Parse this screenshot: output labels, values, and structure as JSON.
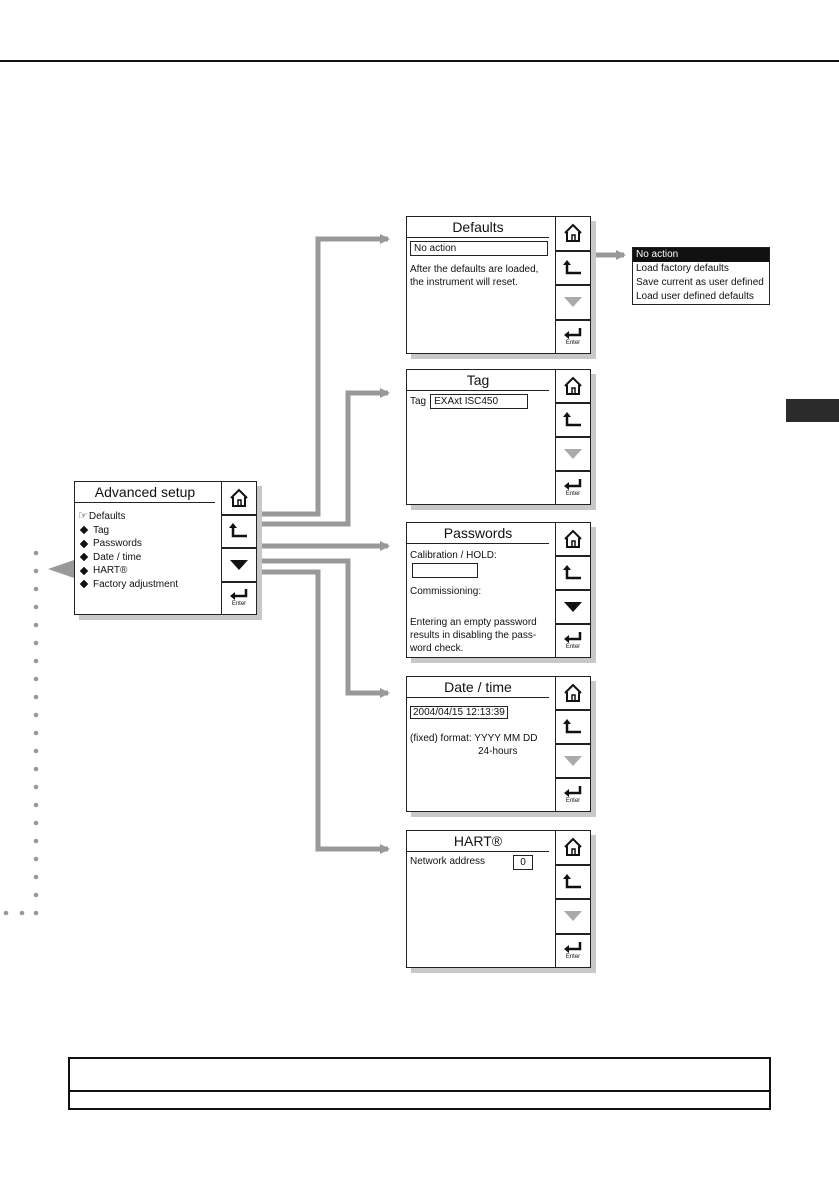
{
  "advanced": {
    "title": "Advanced setup",
    "items": [
      "Defaults",
      "Tag",
      "Passwords",
      "Date / time",
      "HART®",
      "Factory adjustment"
    ]
  },
  "defaults_panel": {
    "title": "Defaults",
    "selected": "No action",
    "note": "After the defaults are loaded, the instrument will reset."
  },
  "defaults_dropdown": {
    "options": [
      "No action",
      "Load factory defaults",
      "Save current as user defined",
      "Load user defined defaults"
    ]
  },
  "tag_panel": {
    "title": "Tag",
    "label": "Tag",
    "value": "EXAxt ISC450"
  },
  "passwords_panel": {
    "title": "Passwords",
    "calibration_label": "Calibration / HOLD:",
    "commissioning_label": "Commissioning:",
    "note": "Entering an empty password results in disabling the pass-word check."
  },
  "datetime_panel": {
    "title": "Date / time",
    "value": "2004/04/15 12:13:39",
    "format_label": "(fixed) format: YYYY MM DD",
    "hours_label": "24-hours"
  },
  "hart_panel": {
    "title": "HART®",
    "label": "Network address",
    "value": "0"
  },
  "buttons": {
    "enter_label": "Enter"
  },
  "icons": [
    "home-icon",
    "back-icon",
    "down-arrow-icon",
    "enter-icon",
    "pointer-arrow-icon",
    "hand-pointer-icon"
  ]
}
